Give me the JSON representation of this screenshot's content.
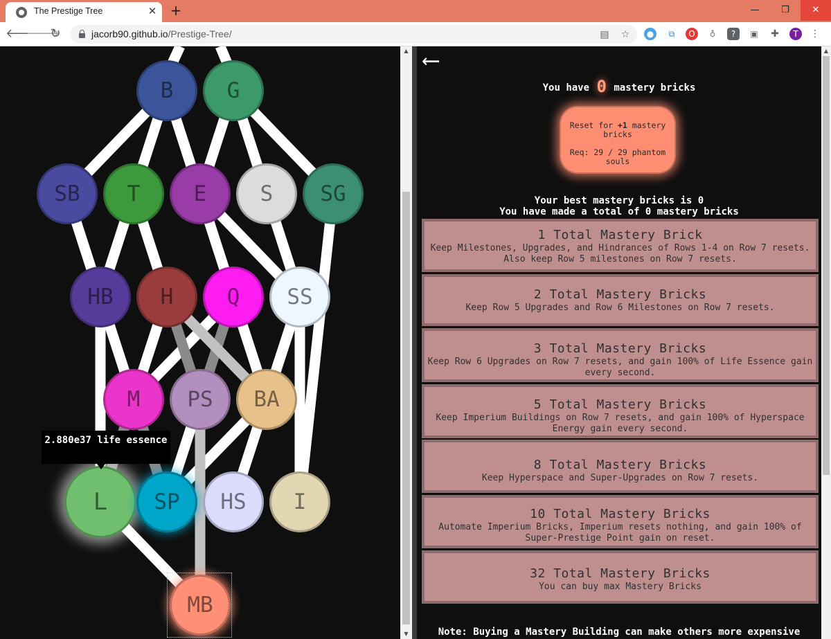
{
  "browser": {
    "tab_title": "The Prestige Tree",
    "tab_close": "✕",
    "new_tab": "+",
    "url_host": "jacorb90.github.io",
    "url_path": "/Prestige-Tree/",
    "window_controls": {
      "minimize": "—",
      "restore": "❐",
      "close": "✕"
    },
    "profile_initial": "T"
  },
  "tree": {
    "nodes": [
      {
        "id": "B",
        "label": "B",
        "color": "#3c549a"
      },
      {
        "id": "G",
        "label": "G",
        "color": "#3c9a6a"
      },
      {
        "id": "SB",
        "label": "SB",
        "color": "#4a4aa0"
      },
      {
        "id": "T",
        "label": "T",
        "color": "#3c9a3c"
      },
      {
        "id": "E",
        "label": "E",
        "color": "#9a3ca8"
      },
      {
        "id": "S",
        "label": "S",
        "color": "#dcdcdc"
      },
      {
        "id": "SG",
        "label": "SG",
        "color": "#3c8f70"
      },
      {
        "id": "HB",
        "label": "HB",
        "color": "#563c9a"
      },
      {
        "id": "H",
        "label": "H",
        "color": "#9a3c3c"
      },
      {
        "id": "Q",
        "label": "Q",
        "color": "#ff1cf2"
      },
      {
        "id": "SS",
        "label": "SS",
        "color": "#eef6ff"
      },
      {
        "id": "M",
        "label": "M",
        "color": "#eb34c9"
      },
      {
        "id": "PS",
        "label": "PS",
        "color": "#b38fbf"
      },
      {
        "id": "BA",
        "label": "BA",
        "color": "#e8c08a"
      },
      {
        "id": "L",
        "label": "L",
        "color": "#6fbf6f"
      },
      {
        "id": "SP",
        "label": "SP",
        "color": "#00a6c9"
      },
      {
        "id": "HS",
        "label": "HS",
        "color": "#dcdcff"
      },
      {
        "id": "I",
        "label": "I",
        "color": "#e3d6b3"
      },
      {
        "id": "MB",
        "label": "MB",
        "color": "#ff9076"
      }
    ],
    "tooltip_text": "2.880e37 life essence"
  },
  "mastery": {
    "back": "⟵",
    "have_prefix": "You have",
    "have_amount": "0",
    "have_suffix": "mastery bricks",
    "reset_line1": "Reset for",
    "reset_gain": "+1",
    "reset_line1b": "mastery bricks",
    "reset_req": "Req: 29 / 29 phantom souls",
    "best_text": "Your best mastery bricks is 0",
    "total_text": "You have made a total of 0 mastery bricks",
    "milestones": [
      {
        "title": "1 Total Mastery Brick",
        "desc": "Keep Milestones, Upgrades, and Hindrances of Rows 1-4 on Row 7 resets. Also keep Row 5 milestones on Row 7 resets."
      },
      {
        "title": "2 Total Mastery Bricks",
        "desc": "Keep Row 5 Upgrades and Row 6 Milestones on Row 7 resets."
      },
      {
        "title": "3 Total Mastery Bricks",
        "desc": "Keep Row 6 Upgrades on Row 7 resets, and gain 100% of Life Essence gain every second."
      },
      {
        "title": "5 Total Mastery Bricks",
        "desc": "Keep Imperium Buildings on Row 7 resets, and gain 100% of Hyperspace Energy gain every second."
      },
      {
        "title": "8 Total Mastery Bricks",
        "desc": "Keep Hyperspace and Super-Upgrades on Row 7 resets."
      },
      {
        "title": "10 Total Mastery Bricks",
        "desc": "Automate Imperium Bricks, Imperium resets nothing, and gain 100% of Super-Prestige Point gain on reset."
      },
      {
        "title": "32 Total Mastery Bricks",
        "desc": "You can buy max Mastery Bricks"
      }
    ],
    "note": "Note: Buying a Mastery Building can make others more expensive"
  }
}
